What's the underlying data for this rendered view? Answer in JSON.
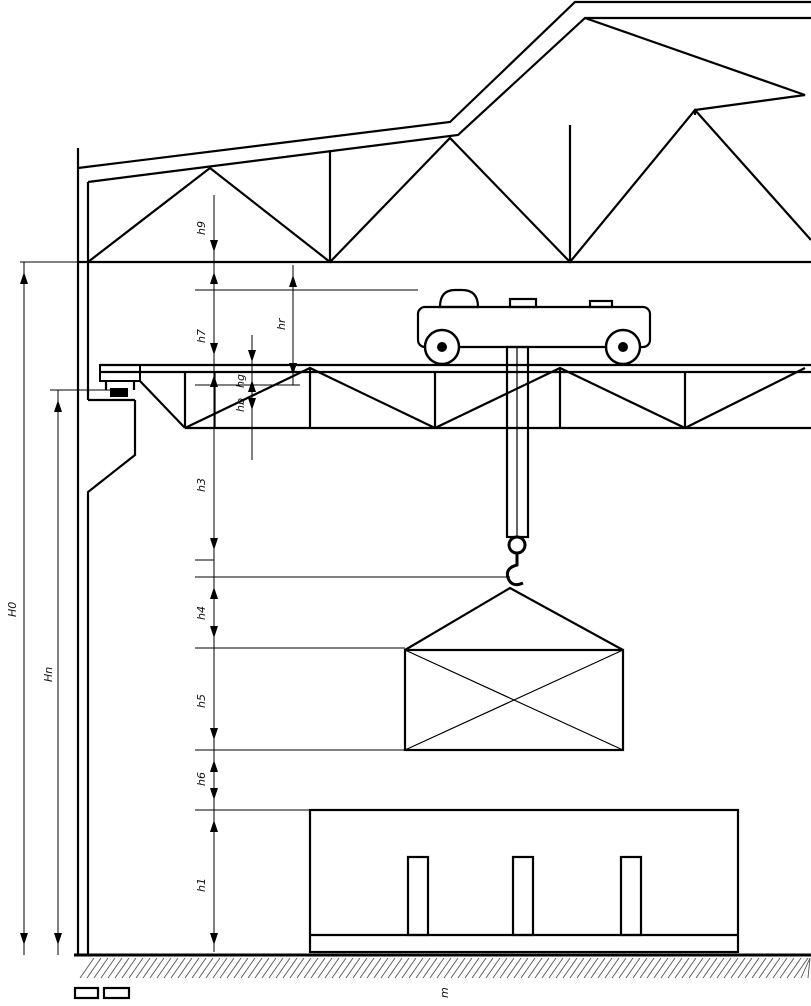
{
  "labels": {
    "h9": "h9",
    "h7": "h7",
    "hr": "hr",
    "hg": "hg",
    "hb": "hb",
    "h3": "h3",
    "h4": "h4",
    "h5": "h5",
    "h6": "h6",
    "h1": "h1",
    "H0": "H0",
    "Hn": "Hn",
    "ground": "m"
  }
}
